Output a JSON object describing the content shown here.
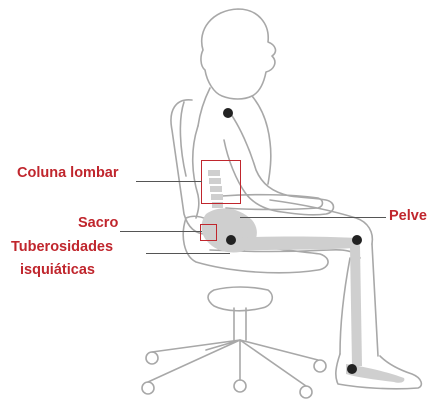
{
  "colors": {
    "label": "#c0262d",
    "outline": "#a8a8a8",
    "bone": "#cfcfcf",
    "joint": "#222222",
    "leader": "#555555",
    "background": "#ffffff"
  },
  "labels": {
    "lumbar": "Coluna lombar",
    "sacrum": "Sacro",
    "ischial_line1": "Tuberosidades",
    "ischial_line2": "isquiáticas",
    "pelvis": "Pelve"
  }
}
